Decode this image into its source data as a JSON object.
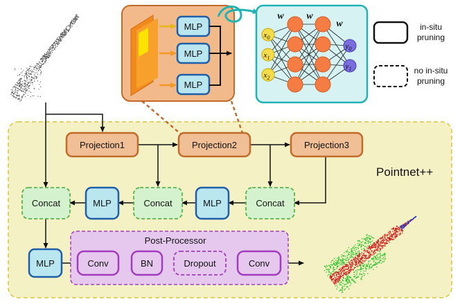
{
  "colors": {
    "region_fill": "#f4f1c4",
    "region_stroke": "#d8c63c",
    "projection_fill": "#f0bf95",
    "projection_stroke": "#c26a2a",
    "concat_fill": "#d4f2cd",
    "concat_stroke": "#58b24c",
    "mlp_fill": "#b9e6ef",
    "mlp_stroke": "#1f5ea8",
    "post_fill": "#e6c8ee",
    "post_stroke": "#a23cbf",
    "nn_panel_fill": "#d6f2f3",
    "nn_panel_stroke": "#21b3b3",
    "neuron_orange": "#f57c43",
    "neuron_yellow": "#f5dc4c",
    "neuron_purple": "#7a6de0",
    "inset_fill": "#f2b98b",
    "inset_stroke": "#c26a2a"
  },
  "legend": {
    "solid_label_line1": "in-situ",
    "solid_label_line2": "pruning",
    "dashed_label_line1": "no in-situ",
    "dashed_label_line2": "pruning"
  },
  "region": {
    "label": "Pointnet++"
  },
  "projections": [
    "Projection1",
    "Projection2",
    "Projection3"
  ],
  "concats": [
    "Concat",
    "Concat",
    "Concat"
  ],
  "mlp_label": "MLP",
  "inset": {
    "mlps": [
      "MLP",
      "MLP",
      "MLP"
    ]
  },
  "post_processor": {
    "title": "Post-Processor",
    "blocks": [
      "Conv",
      "BN",
      "Dropout",
      "Conv"
    ]
  },
  "neural_net": {
    "weight_label": "w",
    "inputs": [
      "x",
      "x",
      "x"
    ],
    "input_subs": [
      "0",
      "1",
      "2"
    ],
    "outputs": [
      "y",
      "y"
    ],
    "output_subs": [
      "0",
      "1"
    ]
  },
  "icons": [
    "input-point-cloud-icon",
    "segmented-point-cloud-icon",
    "feature-map-icon"
  ]
}
